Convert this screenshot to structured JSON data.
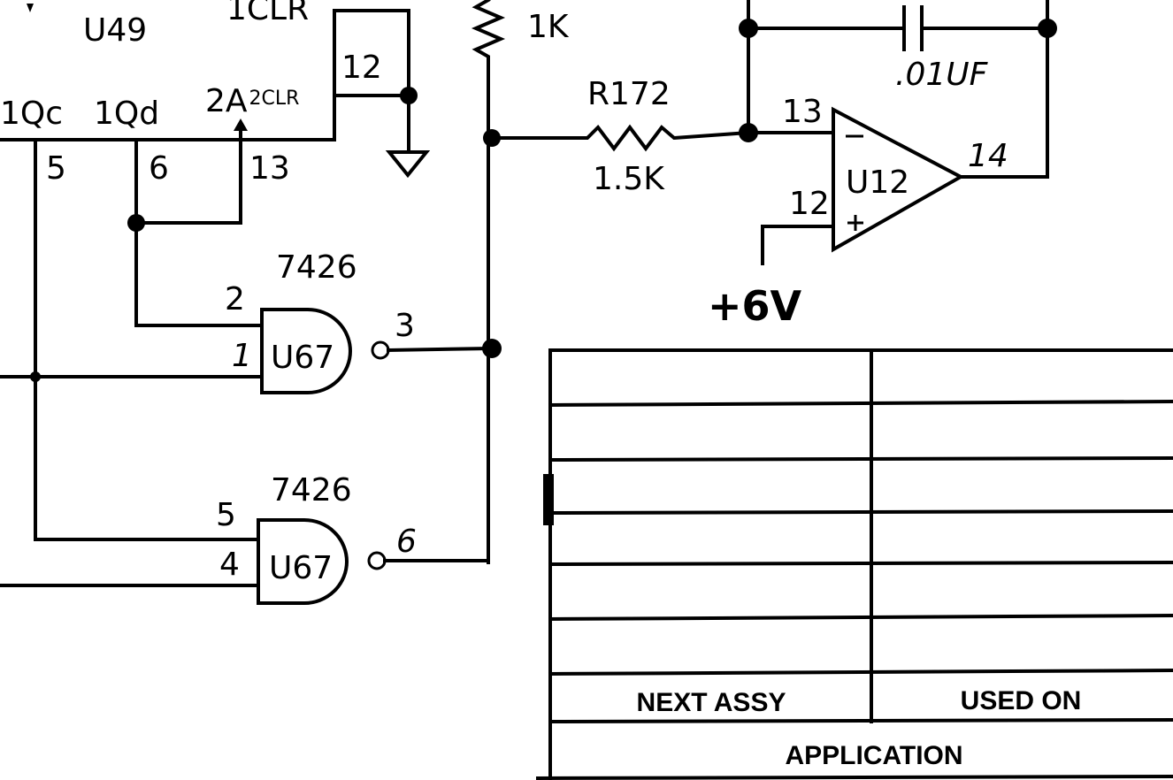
{
  "schematic": {
    "chip_u49": {
      "ref": "U49",
      "pins": {
        "p_1clr": "1CLR",
        "p_2clr": "2CLR",
        "p_2a": "2A",
        "p_1qc": "1Qc",
        "p_1qd": "1Qd",
        "p_12": "12",
        "n5": "5",
        "n6": "6",
        "n13": "13"
      }
    },
    "resistor_top": {
      "value": "1K"
    },
    "resistor_r172": {
      "ref": "R172",
      "value": "1.5K"
    },
    "capacitor": {
      "value": ".01UF"
    },
    "opamp": {
      "ref": "U12",
      "pin_inv": "13",
      "pin_noninv": "12",
      "pin_out": "14"
    },
    "supply": {
      "label": "+6V"
    },
    "gate_a": {
      "part": "7426",
      "ref": "U67",
      "pin_in1": "2",
      "pin_in2": "1",
      "pin_out": "3"
    },
    "gate_b": {
      "part": "7426",
      "ref": "U67",
      "pin_in1": "5",
      "pin_in2": "4",
      "pin_out": "6"
    }
  },
  "title_block": {
    "col1_header": "NEXT ASSY",
    "col2_header": "USED ON",
    "footer": "APPLICATION"
  }
}
